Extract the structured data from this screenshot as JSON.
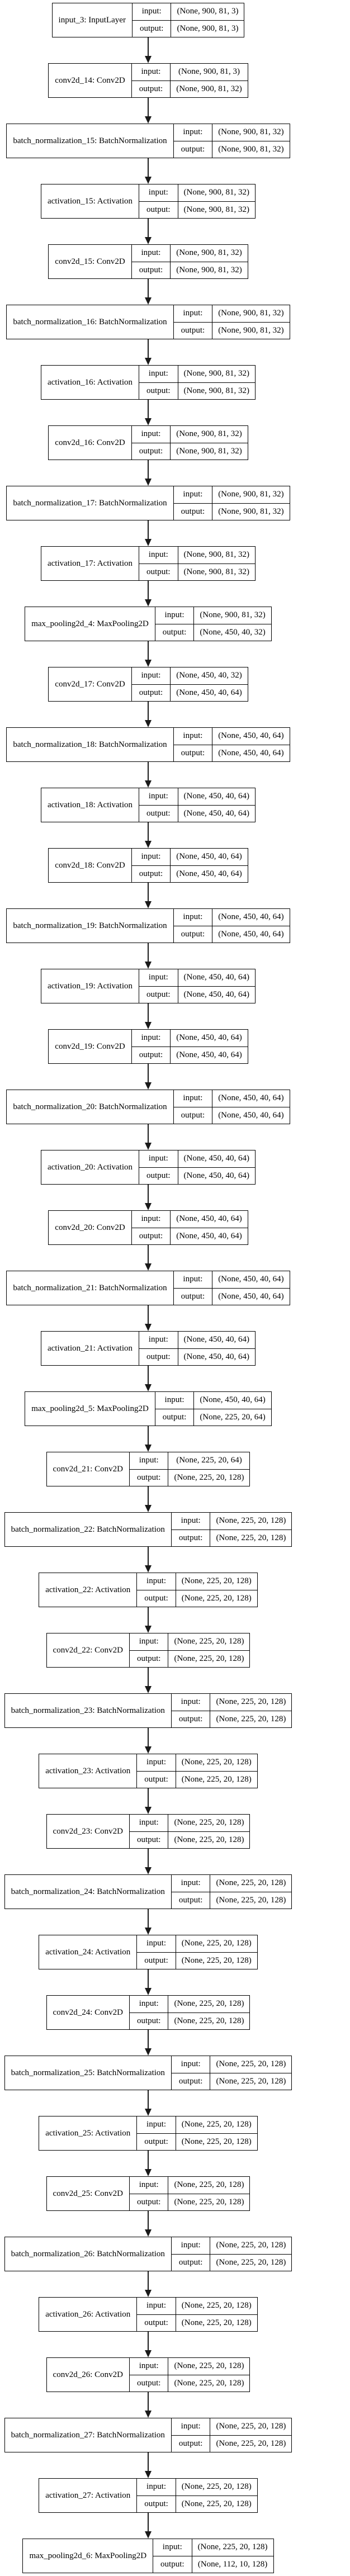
{
  "diagram": {
    "title": "CNN model architecture (keras plot_model)",
    "row_labels": {
      "input": "input:",
      "output": "output:"
    },
    "colors": {
      "border": "#000000",
      "text": "#000000",
      "background": "#ffffff"
    },
    "nodes": [
      {
        "name": "input_3: InputLayer",
        "input": "(None, 900, 81, 3)",
        "output": "(None, 900, 81, 3)"
      },
      {
        "name": "conv2d_14: Conv2D",
        "input": "(None, 900, 81, 3)",
        "output": "(None, 900, 81, 32)"
      },
      {
        "name": "batch_normalization_15: BatchNormalization",
        "input": "(None, 900, 81, 32)",
        "output": "(None, 900, 81, 32)"
      },
      {
        "name": "activation_15: Activation",
        "input": "(None, 900, 81, 32)",
        "output": "(None, 900, 81, 32)"
      },
      {
        "name": "conv2d_15: Conv2D",
        "input": "(None, 900, 81, 32)",
        "output": "(None, 900, 81, 32)"
      },
      {
        "name": "batch_normalization_16: BatchNormalization",
        "input": "(None, 900, 81, 32)",
        "output": "(None, 900, 81, 32)"
      },
      {
        "name": "activation_16: Activation",
        "input": "(None, 900, 81, 32)",
        "output": "(None, 900, 81, 32)"
      },
      {
        "name": "conv2d_16: Conv2D",
        "input": "(None, 900, 81, 32)",
        "output": "(None, 900, 81, 32)"
      },
      {
        "name": "batch_normalization_17: BatchNormalization",
        "input": "(None, 900, 81, 32)",
        "output": "(None, 900, 81, 32)"
      },
      {
        "name": "activation_17: Activation",
        "input": "(None, 900, 81, 32)",
        "output": "(None, 900, 81, 32)"
      },
      {
        "name": "max_pooling2d_4: MaxPooling2D",
        "input": "(None, 900, 81, 32)",
        "output": "(None, 450, 40, 32)"
      },
      {
        "name": "conv2d_17: Conv2D",
        "input": "(None, 450, 40, 32)",
        "output": "(None, 450, 40, 64)"
      },
      {
        "name": "batch_normalization_18: BatchNormalization",
        "input": "(None, 450, 40, 64)",
        "output": "(None, 450, 40, 64)"
      },
      {
        "name": "activation_18: Activation",
        "input": "(None, 450, 40, 64)",
        "output": "(None, 450, 40, 64)"
      },
      {
        "name": "conv2d_18: Conv2D",
        "input": "(None, 450, 40, 64)",
        "output": "(None, 450, 40, 64)"
      },
      {
        "name": "batch_normalization_19: BatchNormalization",
        "input": "(None, 450, 40, 64)",
        "output": "(None, 450, 40, 64)"
      },
      {
        "name": "activation_19: Activation",
        "input": "(None, 450, 40, 64)",
        "output": "(None, 450, 40, 64)"
      },
      {
        "name": "conv2d_19: Conv2D",
        "input": "(None, 450, 40, 64)",
        "output": "(None, 450, 40, 64)"
      },
      {
        "name": "batch_normalization_20: BatchNormalization",
        "input": "(None, 450, 40, 64)",
        "output": "(None, 450, 40, 64)"
      },
      {
        "name": "activation_20: Activation",
        "input": "(None, 450, 40, 64)",
        "output": "(None, 450, 40, 64)"
      },
      {
        "name": "conv2d_20: Conv2D",
        "input": "(None, 450, 40, 64)",
        "output": "(None, 450, 40, 64)"
      },
      {
        "name": "batch_normalization_21: BatchNormalization",
        "input": "(None, 450, 40, 64)",
        "output": "(None, 450, 40, 64)"
      },
      {
        "name": "activation_21: Activation",
        "input": "(None, 450, 40, 64)",
        "output": "(None, 450, 40, 64)"
      },
      {
        "name": "max_pooling2d_5: MaxPooling2D",
        "input": "(None, 450, 40, 64)",
        "output": "(None, 225, 20, 64)"
      },
      {
        "name": "conv2d_21: Conv2D",
        "input": "(None, 225, 20, 64)",
        "output": "(None, 225, 20, 128)"
      },
      {
        "name": "batch_normalization_22: BatchNormalization",
        "input": "(None, 225, 20, 128)",
        "output": "(None, 225, 20, 128)"
      },
      {
        "name": "activation_22: Activation",
        "input": "(None, 225, 20, 128)",
        "output": "(None, 225, 20, 128)"
      },
      {
        "name": "conv2d_22: Conv2D",
        "input": "(None, 225, 20, 128)",
        "output": "(None, 225, 20, 128)"
      },
      {
        "name": "batch_normalization_23: BatchNormalization",
        "input": "(None, 225, 20, 128)",
        "output": "(None, 225, 20, 128)"
      },
      {
        "name": "activation_23: Activation",
        "input": "(None, 225, 20, 128)",
        "output": "(None, 225, 20, 128)"
      },
      {
        "name": "conv2d_23: Conv2D",
        "input": "(None, 225, 20, 128)",
        "output": "(None, 225, 20, 128)"
      },
      {
        "name": "batch_normalization_24: BatchNormalization",
        "input": "(None, 225, 20, 128)",
        "output": "(None, 225, 20, 128)"
      },
      {
        "name": "activation_24: Activation",
        "input": "(None, 225, 20, 128)",
        "output": "(None, 225, 20, 128)"
      },
      {
        "name": "conv2d_24: Conv2D",
        "input": "(None, 225, 20, 128)",
        "output": "(None, 225, 20, 128)"
      },
      {
        "name": "batch_normalization_25: BatchNormalization",
        "input": "(None, 225, 20, 128)",
        "output": "(None, 225, 20, 128)"
      },
      {
        "name": "activation_25: Activation",
        "input": "(None, 225, 20, 128)",
        "output": "(None, 225, 20, 128)"
      },
      {
        "name": "conv2d_25: Conv2D",
        "input": "(None, 225, 20, 128)",
        "output": "(None, 225, 20, 128)"
      },
      {
        "name": "batch_normalization_26: BatchNormalization",
        "input": "(None, 225, 20, 128)",
        "output": "(None, 225, 20, 128)"
      },
      {
        "name": "activation_26: Activation",
        "input": "(None, 225, 20, 128)",
        "output": "(None, 225, 20, 128)"
      },
      {
        "name": "conv2d_26: Conv2D",
        "input": "(None, 225, 20, 128)",
        "output": "(None, 225, 20, 128)"
      },
      {
        "name": "batch_normalization_27: BatchNormalization",
        "input": "(None, 225, 20, 128)",
        "output": "(None, 225, 20, 128)"
      },
      {
        "name": "activation_27: Activation",
        "input": "(None, 225, 20, 128)",
        "output": "(None, 225, 20, 128)"
      },
      {
        "name": "max_pooling2d_6: MaxPooling2D",
        "input": "(None, 225, 20, 128)",
        "output": "(None, 112, 10, 128)"
      }
    ]
  }
}
